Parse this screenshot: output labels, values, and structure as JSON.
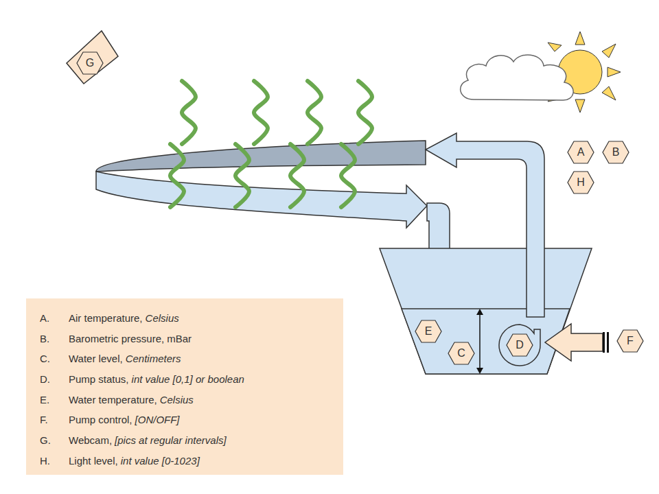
{
  "diagram": {
    "nodes": [
      {
        "text": [
          "G"
        ]
      },
      {
        "text": [
          "A"
        ]
      },
      {
        "text": [
          "B"
        ]
      },
      {
        "text": [
          "H"
        ]
      },
      {
        "text": [
          "A.",
          "Air temperature,",
          "Celsius",
          "B.",
          "Barometric pressure,",
          "mBar",
          "C.",
          "Water level,",
          "Centimeters",
          "D.",
          "Pump status,",
          "int value [0,1] or boolean",
          "E.",
          "Water temperature,",
          "Celsius",
          "F.",
          "Pump control,",
          "[ON/OFF]",
          "G.",
          "Webcam,",
          "[pics at regular intervals]",
          "H.",
          "Light level,",
          "int value [0-1023]"
        ]
      },
      {
        "text": [
          "E"
        ]
      },
      {
        "text": [
          "C"
        ]
      },
      {
        "text": [
          "D"
        ]
      },
      {
        "text": [
          "F"
        ]
      }
    ]
  }
}
